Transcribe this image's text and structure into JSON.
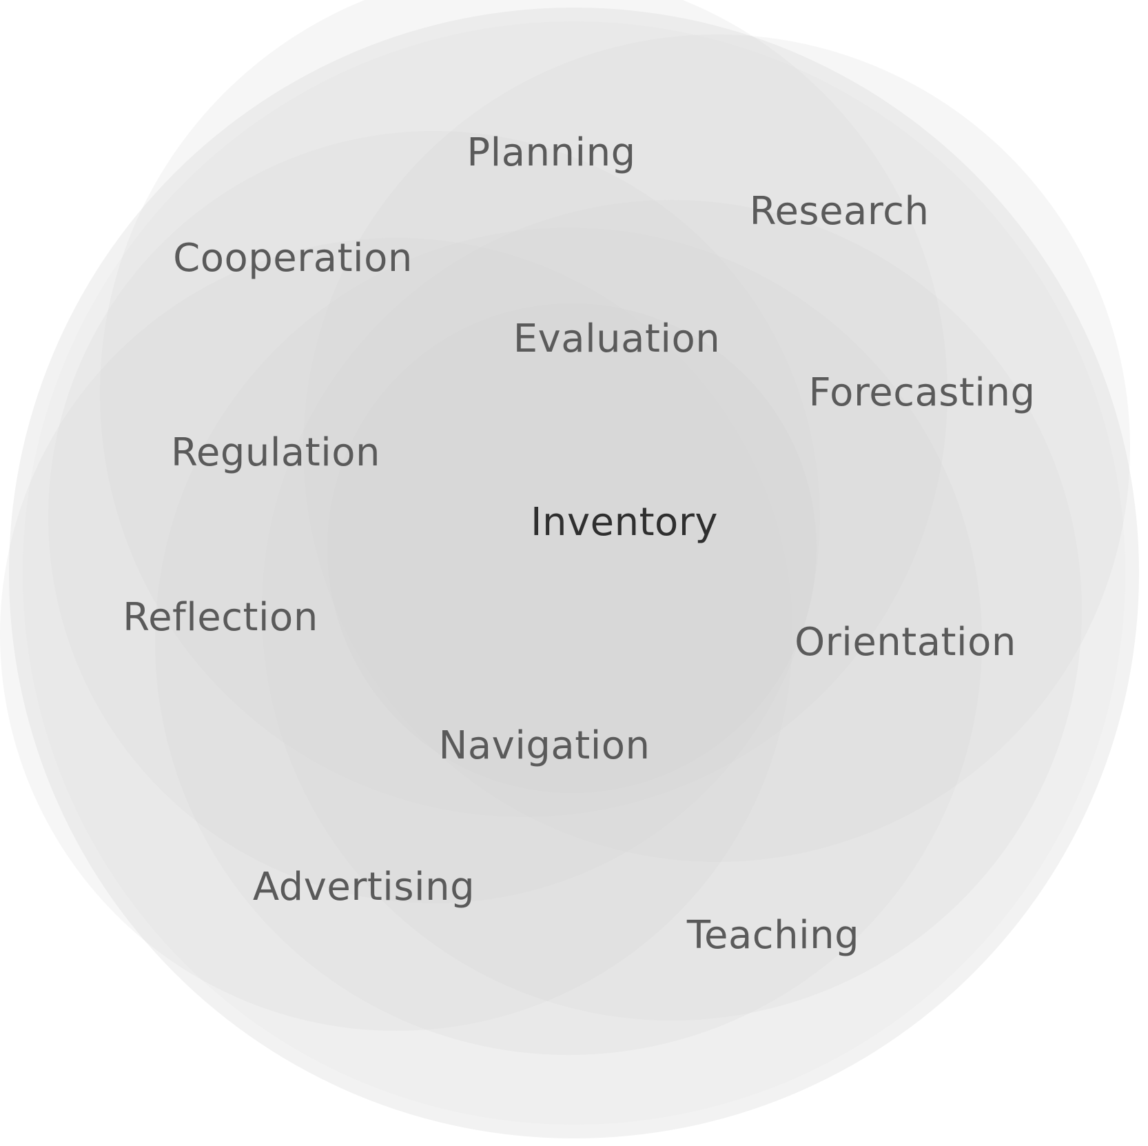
{
  "colors": {
    "background": "#ffffff",
    "blob_fill": "#cfcfcf",
    "outer_fill": "#ebebeb",
    "label": "#5a5a5a",
    "center_label": "#2f2f2f"
  },
  "center": {
    "label": "Inventory"
  },
  "labels": [
    "Planning",
    "Research",
    "Cooperation",
    "Evaluation",
    "Forecasting",
    "Regulation",
    "Reflection",
    "Orientation",
    "Navigation",
    "Advertising",
    "Teaching"
  ]
}
